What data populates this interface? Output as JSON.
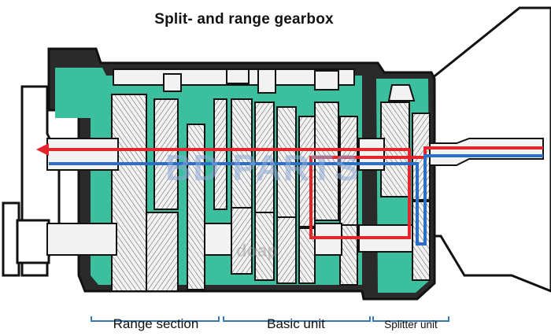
{
  "title": "Split- and range gearbox",
  "sections": {
    "range": "Range section",
    "basic": "Basic unit",
    "splitter": "Splitter unit"
  },
  "watermark": {
    "main": "BD PARTS",
    "sub": "doap"
  },
  "colors": {
    "housing": "#3bbf9e",
    "outline": "#111111",
    "power_flow_red": "#e3262b",
    "power_flow_blue": "#2d6fc4",
    "bracket": "#3a78b8"
  }
}
